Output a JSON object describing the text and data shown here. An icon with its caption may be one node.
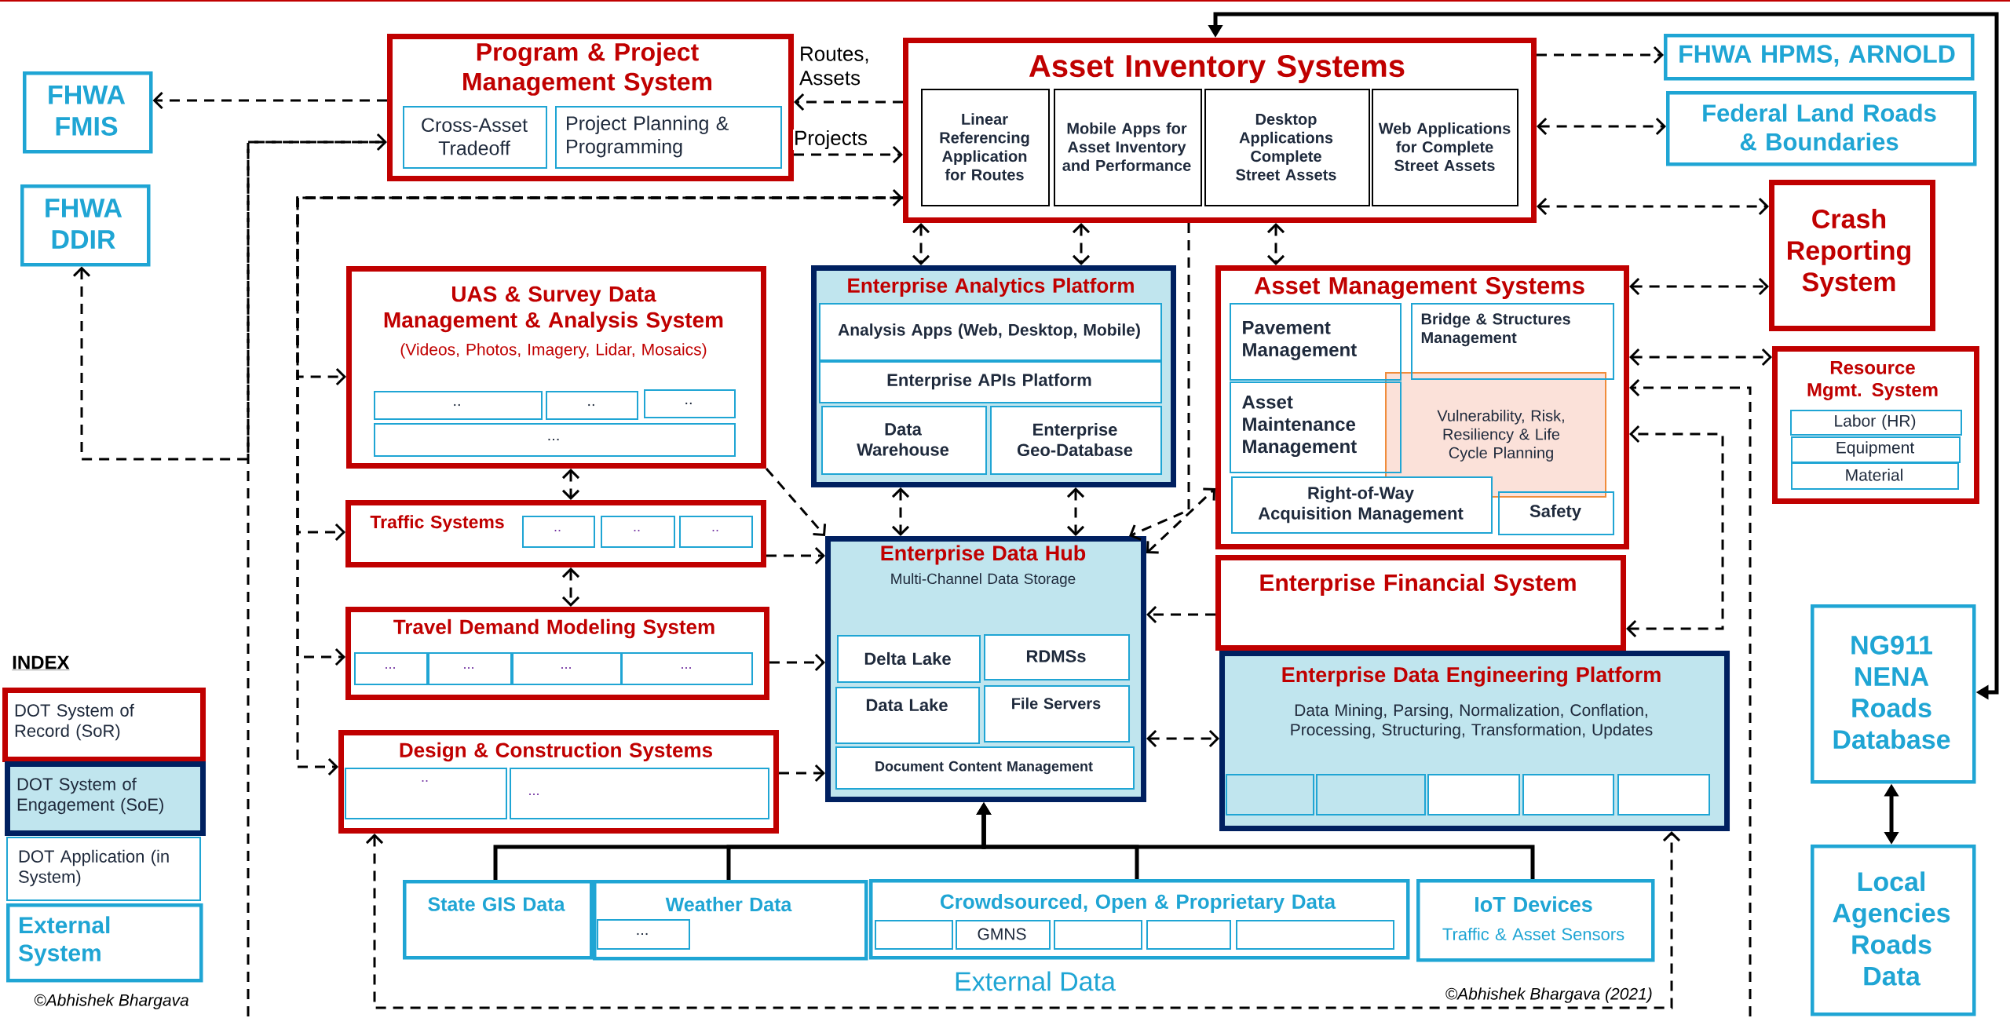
{
  "diagram": {
    "nodes": [
      {
        "text": [
          "FHWA FMIS"
        ]
      },
      {
        "text": [
          "FHWA DDIR"
        ]
      },
      {
        "text": [
          "Program & Project Management System"
        ]
      },
      {
        "text": [
          "Cross-Asset Tradeoff"
        ],
        "in": 2
      },
      {
        "text": [
          "Project Planning & Programming"
        ],
        "in": 2
      },
      {
        "text": [
          "Asset Inventory Systems"
        ]
      },
      {
        "text": [
          "Linear Referencing Application for Routes"
        ],
        "in": 5
      },
      {
        "text": [
          "Mobile Apps for Asset Inventory and Performance"
        ],
        "in": 5
      },
      {
        "text": [
          "Desktop Applications Complete Street Assets"
        ],
        "in": 5
      },
      {
        "text": [
          "Web Applications for Complete Street Assets"
        ],
        "in": 5
      },
      {
        "text": [
          "FHWA HPMS, ARNOLD"
        ]
      },
      {
        "text": [
          "Federal Land Roads & Boundaries"
        ]
      },
      {
        "text": [
          "Crash Reporting System"
        ]
      },
      {
        "text": [
          "UAS & Survey Data Management & Analysis System",
          "(Videos, Photos, Imagery, Lidar, Mosaics)"
        ]
      },
      {
        "text": [
          ".."
        ],
        "in": 13
      },
      {
        "text": [
          ".."
        ],
        "in": 13
      },
      {
        "text": [
          ".."
        ],
        "in": 13
      },
      {
        "text": [
          "..."
        ],
        "in": 13
      },
      {
        "text": [
          "Enterprise Analytics Platform"
        ]
      },
      {
        "text": [
          "Analysis Apps (Web, Desktop, Mobile)"
        ],
        "in": 18
      },
      {
        "text": [
          "Enterprise APIs Platform"
        ],
        "in": 18
      },
      {
        "text": [
          "Data Warehouse"
        ],
        "in": 18
      },
      {
        "text": [
          "Enterprise Geo-Database"
        ],
        "in": 18
      },
      {
        "text": [
          "Asset Management Systems"
        ]
      },
      {
        "text": [
          "Pavement Management"
        ],
        "in": 23
      },
      {
        "text": [
          "Bridge & Structures Management"
        ],
        "in": 23
      },
      {
        "text": [
          "Asset Maintenance Management"
        ],
        "in": 23
      },
      {
        "text": [
          "Vulnerability, Risk, Resiliency & Life Cycle Planning"
        ],
        "in": 23
      },
      {
        "text": [
          "Right-of-Way Acquisition Management"
        ],
        "in": 23
      },
      {
        "text": [
          "Safety"
        ],
        "in": 23
      },
      {
        "text": [
          "Resource Mgmt. System"
        ]
      },
      {
        "text": [
          "Labor (HR)"
        ],
        "in": 30
      },
      {
        "text": [
          "Equipment"
        ],
        "in": 30
      },
      {
        "text": [
          "Material"
        ],
        "in": 30
      },
      {
        "text": [
          "Traffic Systems"
        ]
      },
      {
        "text": [
          ".."
        ],
        "in": 34
      },
      {
        "text": [
          ".."
        ],
        "in": 34
      },
      {
        "text": [
          ".."
        ],
        "in": 34
      },
      {
        "text": [
          "Travel Demand Modeling System"
        ]
      },
      {
        "text": [
          "..."
        ],
        "in": 38
      },
      {
        "text": [
          "..."
        ],
        "in": 38
      },
      {
        "text": [
          "..."
        ],
        "in": 38
      },
      {
        "text": [
          "..."
        ],
        "in": 38
      },
      {
        "text": [
          "Design & Construction Systems"
        ]
      },
      {
        "text": [
          ".."
        ],
        "in": 43
      },
      {
        "text": [
          "..."
        ],
        "in": 43
      },
      {
        "text": [
          "Enterprise Data Hub",
          "Multi-Channel Data Storage"
        ]
      },
      {
        "text": [
          "Delta Lake"
        ],
        "in": 46
      },
      {
        "text": [
          "RDMSs"
        ],
        "in": 46
      },
      {
        "text": [
          "Data Lake"
        ],
        "in": 46
      },
      {
        "text": [
          "File Servers"
        ],
        "in": 46
      },
      {
        "text": [
          "Document Content Management"
        ],
        "in": 46
      },
      {
        "text": [
          "Enterprise Financial System"
        ]
      },
      {
        "text": [
          "Enterprise Data Engineering Platform",
          "Data Mining, Parsing, Normalization, Conflation, Processing, Structuring, Transformation, Updates"
        ]
      },
      {
        "text": [],
        "shape": "box",
        "in": 53
      },
      {
        "text": [],
        "shape": "box",
        "in": 53
      },
      {
        "text": [],
        "shape": "box",
        "in": 53
      },
      {
        "text": [],
        "shape": "box",
        "in": 53
      },
      {
        "text": [],
        "shape": "box",
        "in": 53
      },
      {
        "text": [
          "State GIS Data"
        ]
      },
      {
        "text": [
          "Weather Data"
        ]
      },
      {
        "text": [
          "..."
        ],
        "in": 60
      },
      {
        "text": [
          "Crowdsourced, Open & Proprietary Data"
        ]
      },
      {
        "text": [],
        "shape": "box",
        "in": 62
      },
      {
        "text": [
          "GMNS"
        ],
        "in": 62
      },
      {
        "text": [],
        "shape": "box",
        "in": 62
      },
      {
        "text": [],
        "shape": "box",
        "in": 62
      },
      {
        "text": [],
        "shape": "box",
        "in": 62
      },
      {
        "text": [
          "IoT Devices",
          "Traffic & Asset Sensors"
        ]
      },
      {
        "text": [
          "NG911 NENA Roads Database"
        ]
      },
      {
        "text": [
          "Local Agencies Roads Data"
        ]
      }
    ],
    "edges": [
      {
        "from": 2,
        "to": 0,
        "arrow": "to",
        "style": "dashed"
      },
      {
        "from": 1,
        "to": 2,
        "arrow": "both",
        "style": "dashed"
      },
      {
        "from": null,
        "to": 2,
        "arrow": "none",
        "style": "dashed"
      },
      {
        "from": 5,
        "to": 2,
        "arrow": "to",
        "label": "Routes, Assets",
        "style": "dashed"
      },
      {
        "from": 2,
        "to": 5,
        "arrow": "to",
        "label": "Projects",
        "style": "dashed"
      },
      {
        "from": 5,
        "to": 13,
        "arrow": "both",
        "style": "dashed"
      },
      {
        "from": 5,
        "to": 34,
        "arrow": "to",
        "style": "dashed"
      },
      {
        "from": 5,
        "to": 38,
        "arrow": "to",
        "style": "dashed"
      },
      {
        "from": 5,
        "to": 43,
        "arrow": "to",
        "style": "dashed"
      },
      {
        "from": 5,
        "to": 10,
        "arrow": "to",
        "style": "dashed"
      },
      {
        "from": 5,
        "to": 11,
        "arrow": "both",
        "style": "dashed"
      },
      {
        "from": 5,
        "to": 12,
        "arrow": "both",
        "style": "dashed"
      },
      {
        "from": 23,
        "to": 12,
        "arrow": "both",
        "style": "dashed"
      },
      {
        "from": 23,
        "to": 30,
        "arrow": "both",
        "style": "dashed"
      },
      {
        "from": null,
        "to": 23,
        "arrow": "to",
        "style": "dashed"
      },
      {
        "from": 52,
        "to": 23,
        "arrow": "both",
        "style": "dashed"
      },
      {
        "from": 5,
        "to": 69,
        "arrow": "both"
      },
      {
        "from": 69,
        "to": 70,
        "arrow": "both"
      },
      {
        "from": 5,
        "to": 18,
        "arrow": "both",
        "style": "dashed"
      },
      {
        "from": 5,
        "to": 18,
        "arrow": "both",
        "style": "dashed"
      },
      {
        "from": 5,
        "to": 23,
        "arrow": "both",
        "style": "dashed"
      },
      {
        "from": 5,
        "to": 46,
        "arrow": "to",
        "style": "dashed"
      },
      {
        "from": 46,
        "to": 23,
        "arrow": "both",
        "style": "dashed"
      },
      {
        "from": 13,
        "to": 46,
        "arrow": "to",
        "style": "dashed"
      },
      {
        "from": 18,
        "to": 46,
        "arrow": "both",
        "style": "dashed"
      },
      {
        "from": 18,
        "to": 46,
        "arrow": "both",
        "style": "dashed"
      },
      {
        "from": 13,
        "to": 34,
        "arrow": "both",
        "style": "dashed"
      },
      {
        "from": 34,
        "to": 38,
        "arrow": "both",
        "style": "dashed"
      },
      {
        "from": 34,
        "to": 46,
        "arrow": "to",
        "style": "dashed"
      },
      {
        "from": 38,
        "to": 46,
        "arrow": "to",
        "style": "dashed"
      },
      {
        "from": 43,
        "to": 46,
        "arrow": "to",
        "style": "dashed"
      },
      {
        "from": 52,
        "to": 46,
        "arrow": "to",
        "style": "dashed"
      },
      {
        "from": 46,
        "to": 53,
        "arrow": "both",
        "style": "dashed"
      },
      {
        "from": 59,
        "to": 46,
        "arrow": "to"
      },
      {
        "from": 60,
        "to": 46,
        "arrow": "to"
      },
      {
        "from": 62,
        "to": 46,
        "arrow": "to"
      },
      {
        "from": 68,
        "to": 46,
        "arrow": "to"
      },
      {
        "from": 43,
        "to": 53,
        "arrow": "both",
        "style": "dashed"
      }
    ],
    "labels": [
      "INDEX",
      "External Data",
      "©Abhishek Bhargava",
      "©Abhishek Bhargava (2021)"
    ],
    "legend": [
      {
        "text": "DOT System of Record (SoR)"
      },
      {
        "text": "DOT System of Engagement (SoE)",
        "color": "#c0e5ee"
      },
      {
        "text": "DOT Application (in System)"
      },
      {
        "text": "External System"
      }
    ]
  }
}
